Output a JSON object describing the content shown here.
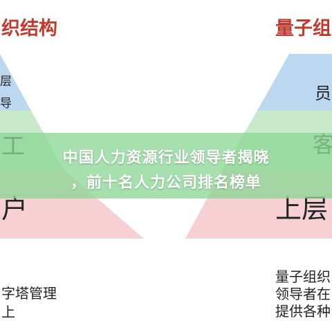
{
  "left_title": "织结构",
  "right_title": "量子组",
  "left_pyramid": {
    "tier_top_line1": "层",
    "tier_top_line2": "导",
    "tier_mid": "工",
    "tier_bottom": "户"
  },
  "right_pyramid": {
    "tier_top": "员",
    "tier_mid": "客",
    "tier_bottom": "上层"
  },
  "left_caption": {
    "line1": "字塔管理",
    "line2": "上"
  },
  "right_caption": {
    "line1": "量子组织",
    "line2": "领导者在",
    "line3": "提供各种"
  },
  "banner": {
    "line1": "中国人力资源行业领导者揭晓",
    "line2": "，前十名人力公司排名榜单"
  },
  "colors": {
    "blue": "#bcd7f0",
    "green": "#c7e8c9",
    "pink": "#f7d0d3",
    "banner": "#8cd796"
  }
}
